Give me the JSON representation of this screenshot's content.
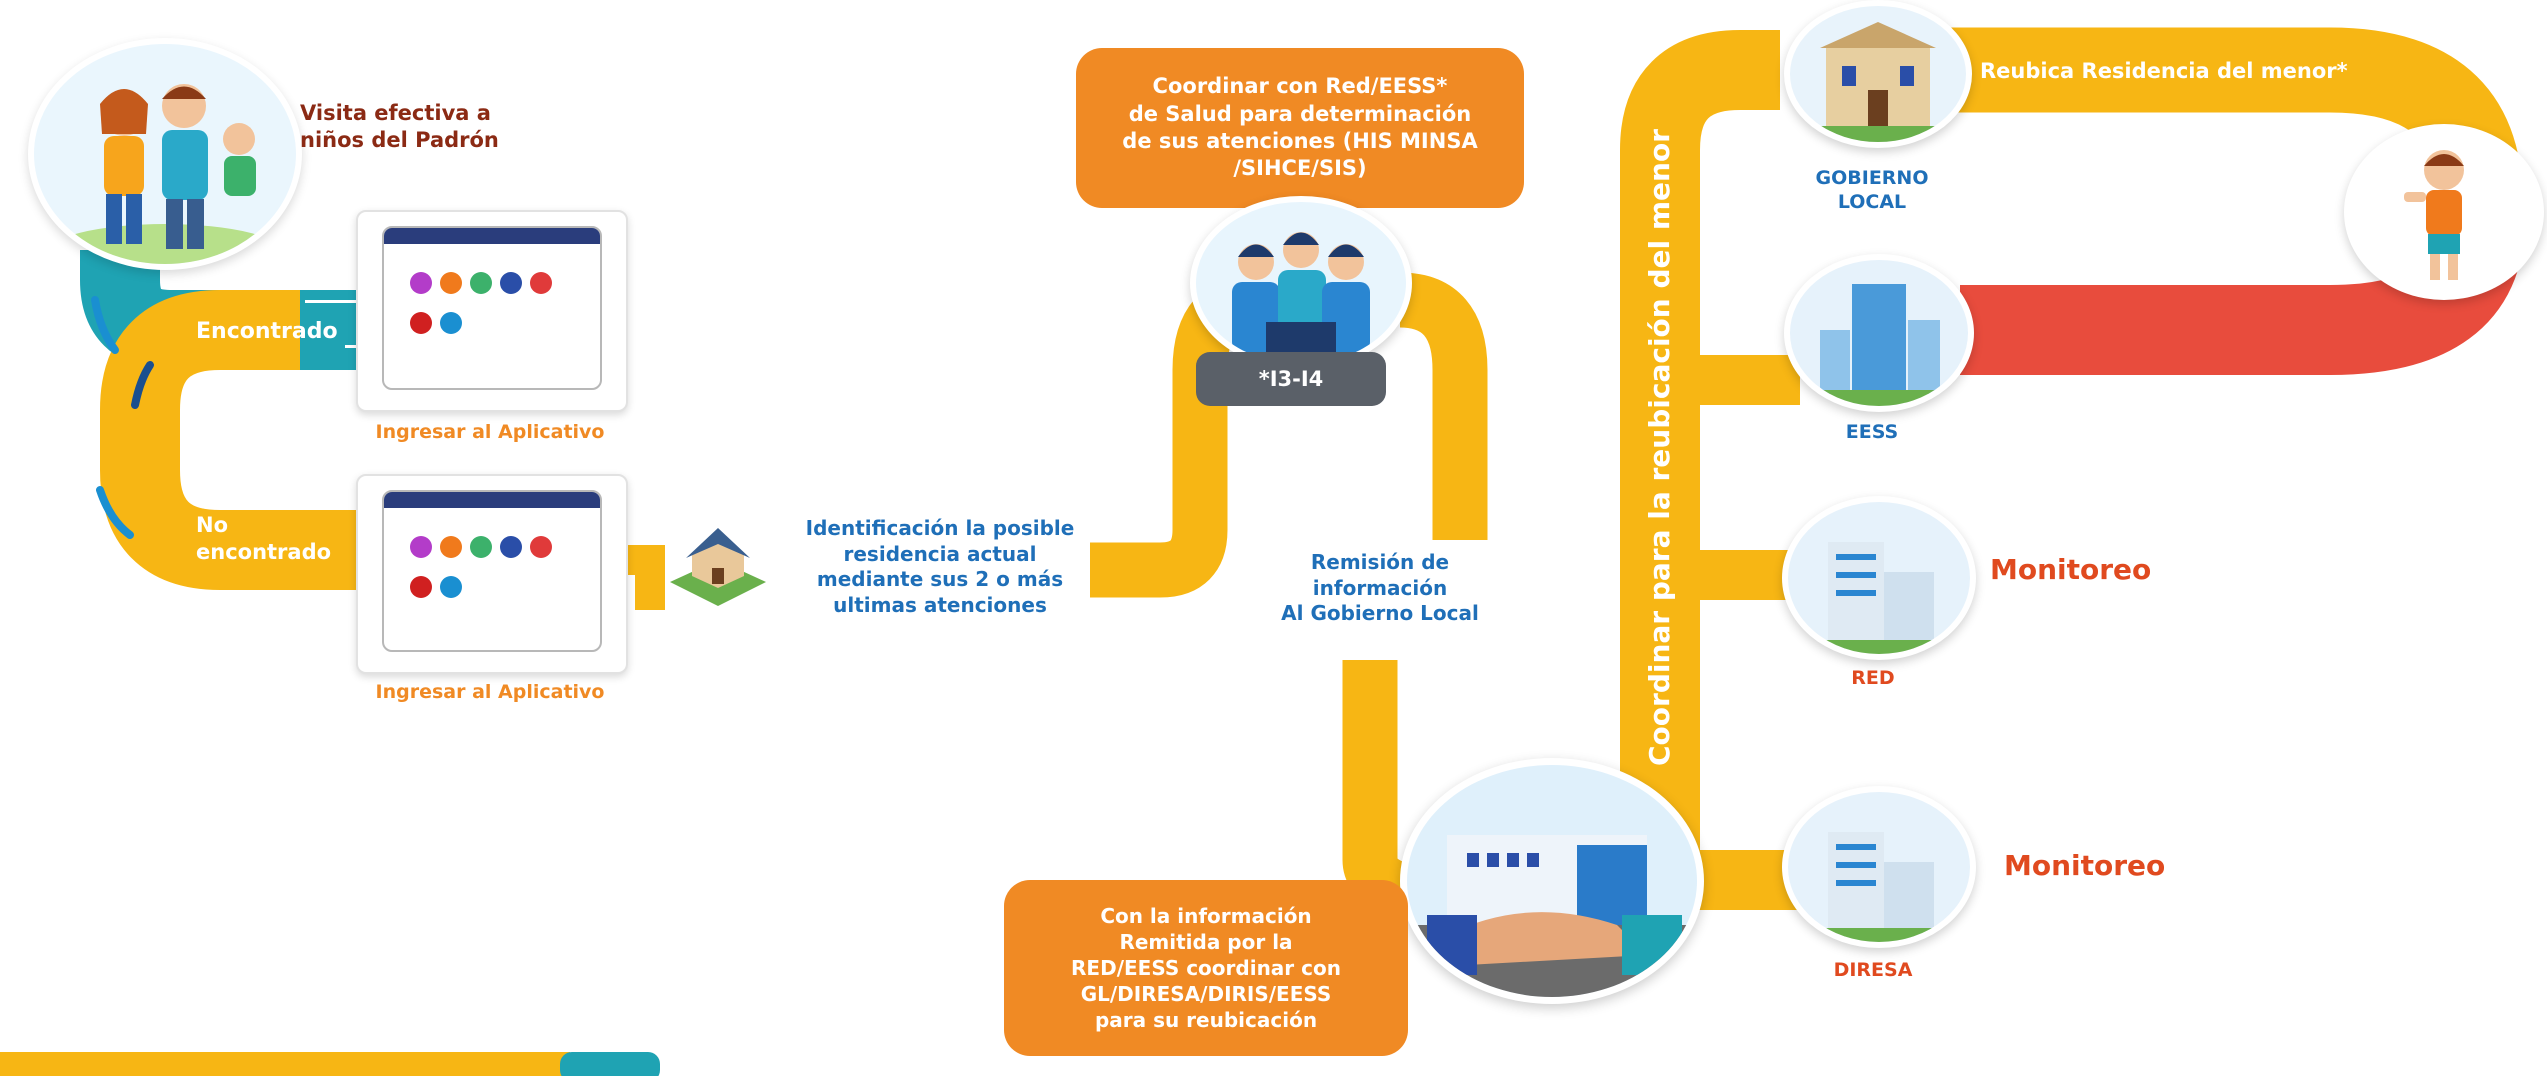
{
  "steps": {
    "visita": "Visita efectiva a\nniños del Padrón",
    "encontrado": "Encontrado",
    "no_encontrado": "No\nencontrado",
    "ingresar_1": "Ingresar al Aplicativo",
    "ingresar_2": "Ingresar al Aplicativo",
    "identificacion": "Identificación la posible\nresidencia actual\nmediante sus 2 o más\nultimas atenciones",
    "coordinar_red": "Coordinar con Red/EESS*\nde Salud para determinación\nde sus atenciones (HIS MINSA\n/SIHCE/SIS)",
    "badge_i3i4": "*I3-I4",
    "remision": "Remisión de\ninformación\nAl Gobierno Local",
    "con_informacion": "Con la información\nRemitida por la\nRED/EESS coordinar con\nGL/DIRESA/DIRIS/EESS\npara su reubicación",
    "vertical_title": "Coordinar para la reubicación del menor",
    "reubica": "Reubica Residencia del menor*"
  },
  "entities": {
    "gobierno_local": "GOBIERNO\nLOCAL",
    "eess": "EESS",
    "red": "RED",
    "diresa": "DIRESA"
  },
  "monitoreo": {
    "red": "Monitoreo",
    "diresa": "Monitoreo"
  },
  "colors": {
    "path_yellow": "#f7b614",
    "path_teal": "#1fa3b3",
    "path_red": "#e84c3d",
    "box_orange": "#f08a24",
    "text_blue": "#1f6fb8",
    "text_orange": "#f08a24",
    "badge_gray": "#5a6068"
  },
  "icons": [
    "family-illustration",
    "app-screenshot",
    "house-icon",
    "team-illustration",
    "handshake-illustration",
    "municipal-building-icon",
    "hospital-tower-icon",
    "office-building-icon",
    "child-illustration"
  ]
}
